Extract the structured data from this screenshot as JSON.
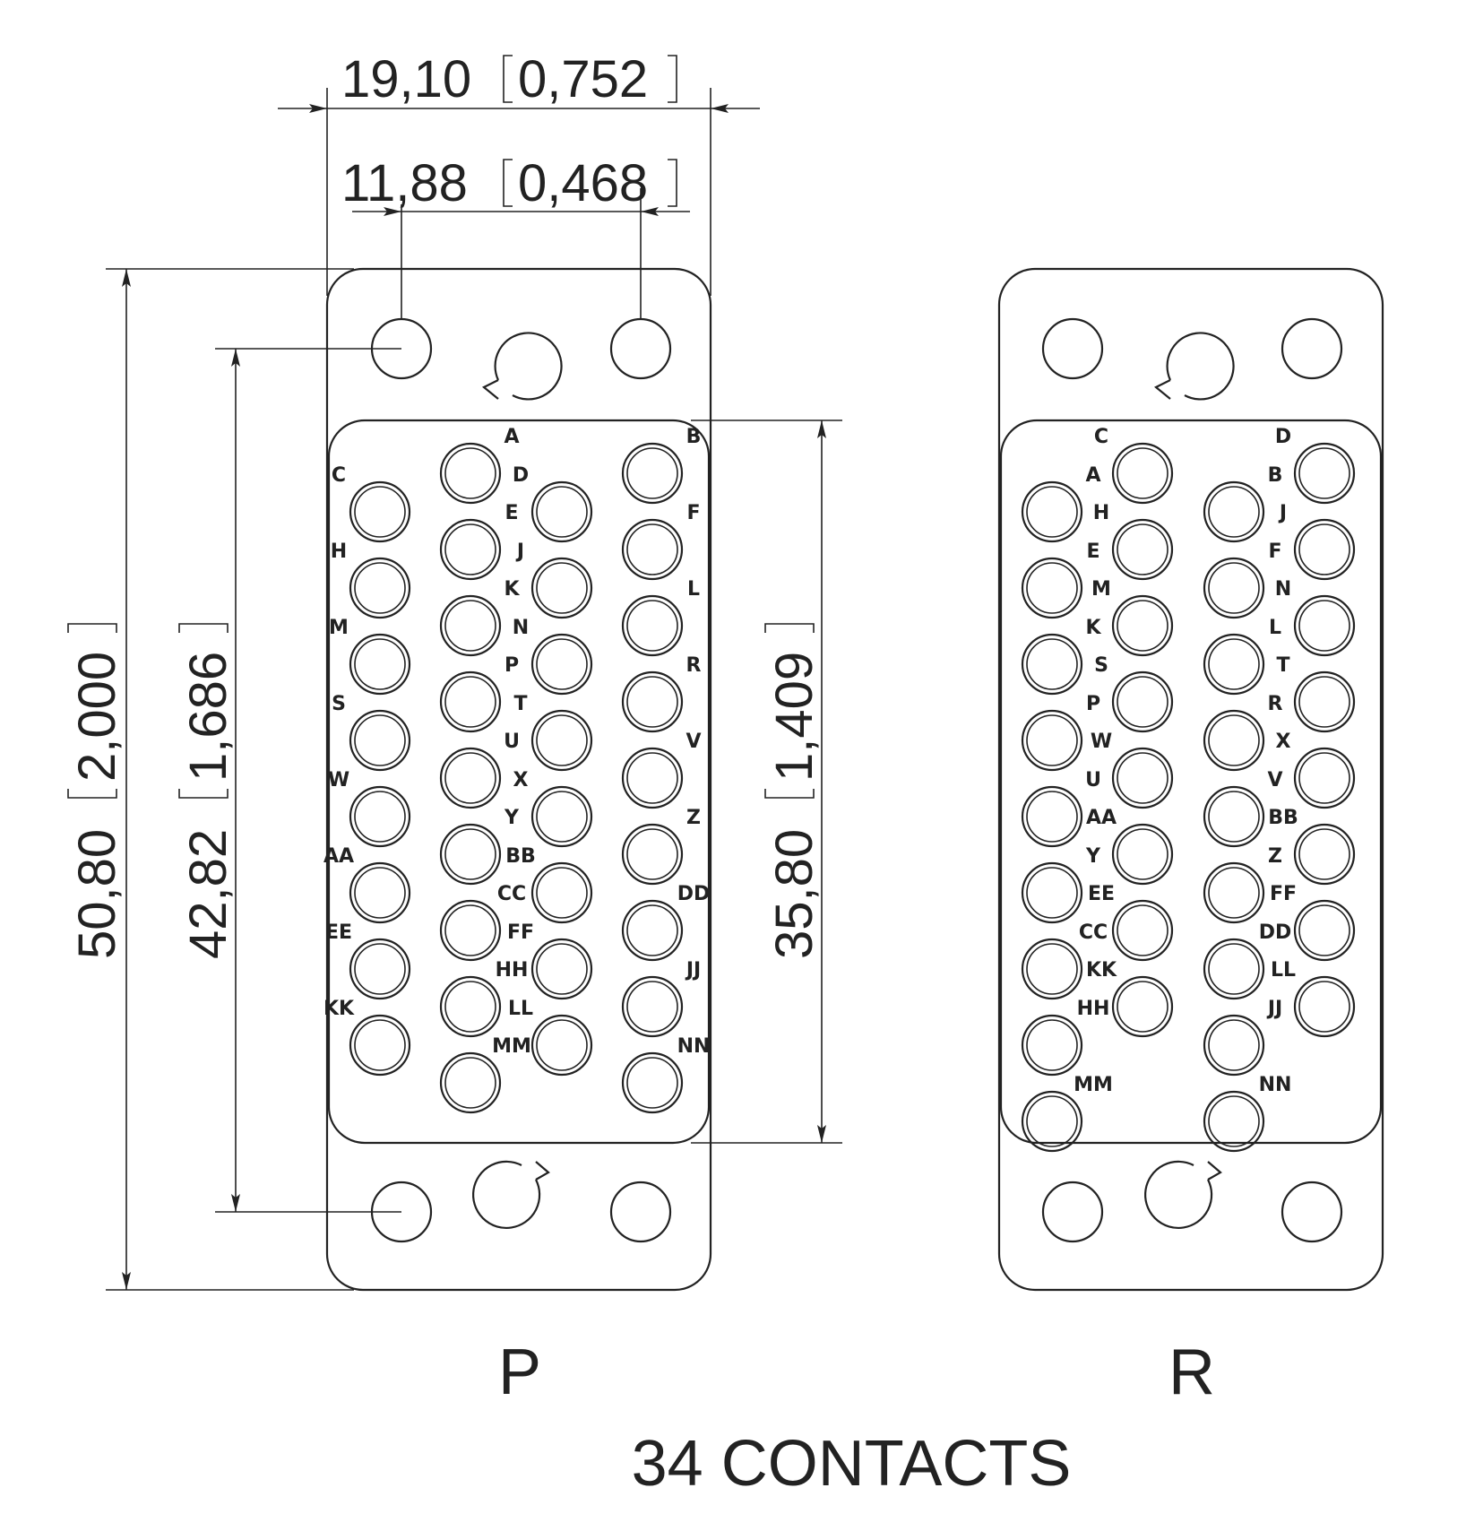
{
  "dimensions": {
    "width_overall": "19,10",
    "width_overall_in": "0,752",
    "width_holes": "11,88",
    "width_holes_in": "0,468",
    "height_overall": "50,80",
    "height_overall_in": "2,000",
    "height_holes": "42,82",
    "height_holes_in": "1,686",
    "height_insert": "35,80",
    "height_insert_in": "1,409"
  },
  "views": {
    "left_label": "P",
    "right_label": "R"
  },
  "caption": "34 CONTACTS",
  "contacts_p": [
    "A",
    "B",
    "C",
    "D",
    "E",
    "F",
    "H",
    "J",
    "K",
    "L",
    "M",
    "N",
    "P",
    "R",
    "S",
    "T",
    "U",
    "V",
    "W",
    "X",
    "Y",
    "Z",
    "AA",
    "BB",
    "CC",
    "DD",
    "EE",
    "FF",
    "HH",
    "JJ",
    "KK",
    "LL",
    "MM",
    "NN"
  ],
  "contacts_r": [
    "B",
    "A",
    "D",
    "C",
    "F",
    "E",
    "J",
    "H",
    "L",
    "K",
    "N",
    "M",
    "R",
    "P",
    "T",
    "S",
    "V",
    "U",
    "X",
    "W",
    "Z",
    "Y",
    "BB",
    "AA",
    "DD",
    "CC",
    "FF",
    "EE",
    "JJ",
    "HH",
    "LL",
    "KK",
    "NN",
    "MM"
  ]
}
